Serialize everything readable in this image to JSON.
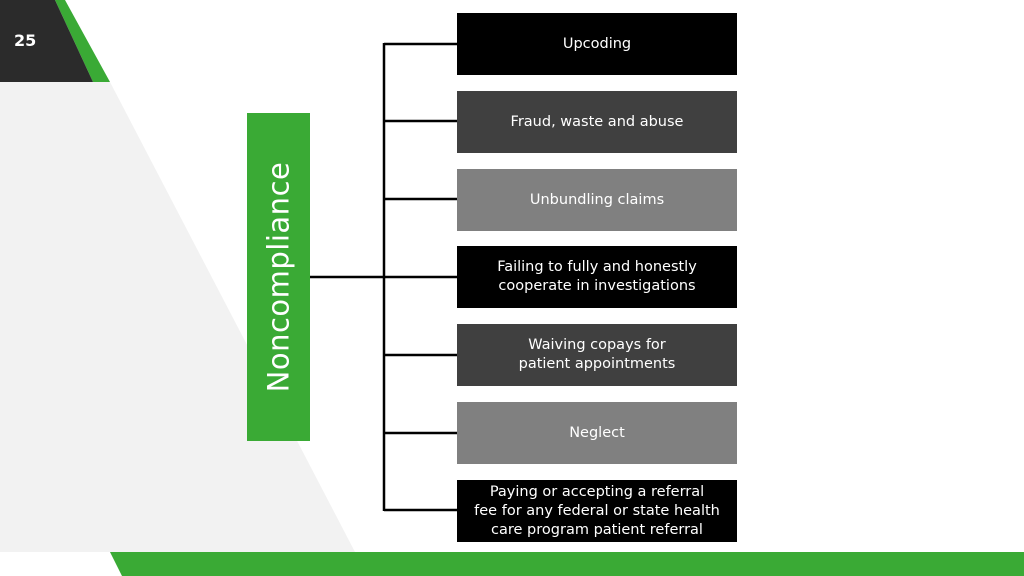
{
  "slide": {
    "number": "25"
  },
  "diagram": {
    "root": {
      "label": "Noncompliance"
    },
    "items": [
      {
        "label": "Upcoding",
        "shade": "black"
      },
      {
        "label": "Fraud, waste and abuse",
        "shade": "dark"
      },
      {
        "label": "Unbundling claims",
        "shade": "mid"
      },
      {
        "label": "Failing to fully and honestly\ncooperate in investigations",
        "shade": "black"
      },
      {
        "label": "Waiving copays for\npatient appointments",
        "shade": "dark"
      },
      {
        "label": "Neglect",
        "shade": "mid"
      },
      {
        "label": "Paying or accepting a referral\nfee for any federal or state health\ncare program patient referral",
        "shade": "black"
      }
    ]
  },
  "colors": {
    "accent_green": "#3aaa35",
    "dark_corner": "#2b2b2b",
    "background_gray": "#f2f2f2",
    "box_black": "#000000",
    "box_dark": "#404040",
    "box_mid": "#808080"
  }
}
